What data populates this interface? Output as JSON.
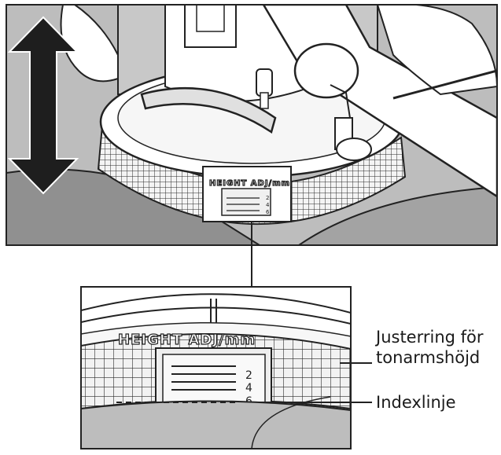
{
  "dial_label": "HEIGHT ADJ/mm",
  "scale_marks": [
    "2",
    "4",
    "6"
  ],
  "callouts": {
    "ring_line1": "Justerring för",
    "ring_line2": "tonarmshöjd",
    "index_line": "Indexlinje"
  },
  "colors": {
    "frame": "#222222",
    "arrow": "#1e1e1e",
    "gray_background": "#b9b9b9",
    "platter": "#8c8c8c",
    "white_parts": "#ffffff"
  }
}
